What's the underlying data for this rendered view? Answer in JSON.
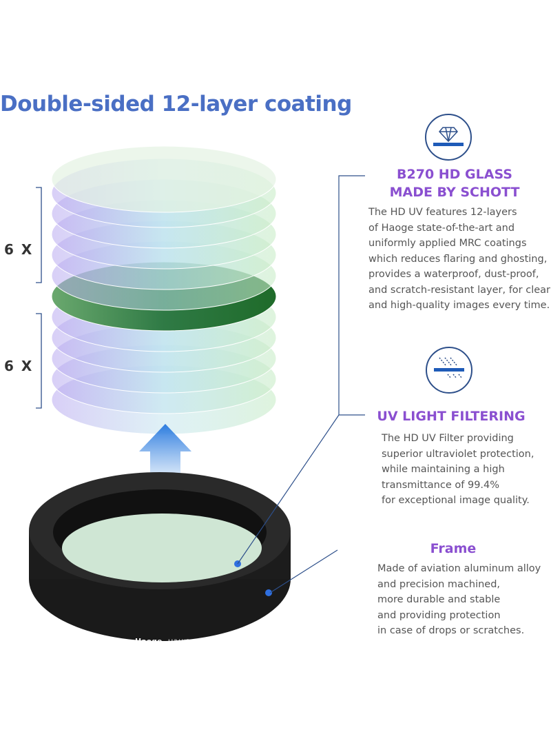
{
  "title": "Double-sided 12-layer coating",
  "layers": {
    "top_label": "6 X",
    "bottom_label": "6 X"
  },
  "features": [
    {
      "icon": "diamond-glass-icon",
      "heading_lines": [
        "B270 HD GLASS",
        "MADE BY SCHOTT"
      ],
      "lines": [
        "The HD UV features 12-layers",
        "of Haoge state-of-the-art and",
        "uniformly applied MRC coatings",
        "which reduces flaring and ghosting,",
        "provides a waterproof, dust-proof,",
        "and scratch-resistant layer, for clear",
        "and high-quality images every time."
      ]
    },
    {
      "icon": "uv-filter-icon",
      "heading_lines": [
        "UV LIGHT FILTERING"
      ],
      "lines": [
        "The HD UV Filter providing",
        "superior ultraviolet protection,",
        "while maintaining a high",
        "transmittance of 99.4%",
        "for exceptional image quality."
      ]
    },
    {
      "heading_lines": [
        "Frame"
      ],
      "lines": [
        "Made of aviation aluminum alloy",
        "and precision machined,",
        "more durable and stable",
        "and providing protection",
        "in case of drops or scratches."
      ]
    }
  ],
  "product": {
    "brand": "Haoge",
    "model": "LUV-X54B"
  },
  "colors": {
    "title": "#4a6fc4",
    "heading": "#8a4fd0",
    "line": "#2d4f8a",
    "glass_green": "#2e7d32"
  }
}
